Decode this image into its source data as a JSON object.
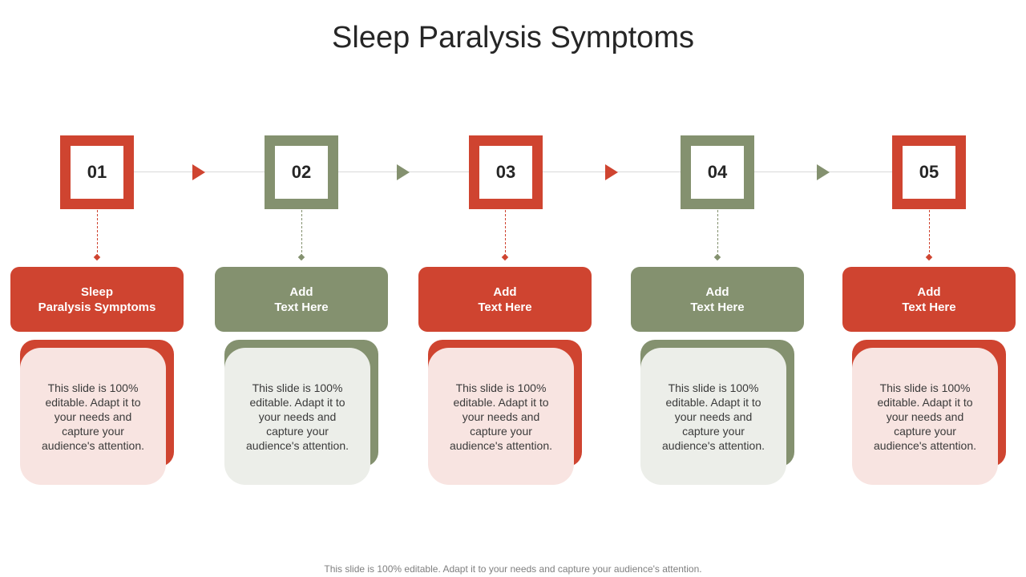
{
  "title": "Sleep Paralysis Symptoms",
  "colors": {
    "red": "#cf4430",
    "green": "#84916f",
    "red_light": "#f8e4e1",
    "green_light": "#eceee9"
  },
  "steps": [
    {
      "number": "01",
      "label": "Sleep\nParalysis Symptoms",
      "text": "This slide is 100% editable. Adapt it to your needs and capture your audience's attention."
    },
    {
      "number": "02",
      "label": "Add\nText Here",
      "text": "This slide is 100% editable. Adapt it to your needs and capture your audience's attention."
    },
    {
      "number": "03",
      "label": "Add\nText Here",
      "text": "This slide is 100% editable. Adapt it to your needs and capture your audience's attention."
    },
    {
      "number": "04",
      "label": "Add\nText Here",
      "text": "This slide is 100% editable. Adapt it to your needs and capture your audience's attention."
    },
    {
      "number": "05",
      "label": "Add\nText Here",
      "text": "This slide is 100% editable. Adapt it to your needs and capture your audience's attention."
    }
  ],
  "footer": "This slide is 100% editable. Adapt it to your needs and capture your audience's attention."
}
